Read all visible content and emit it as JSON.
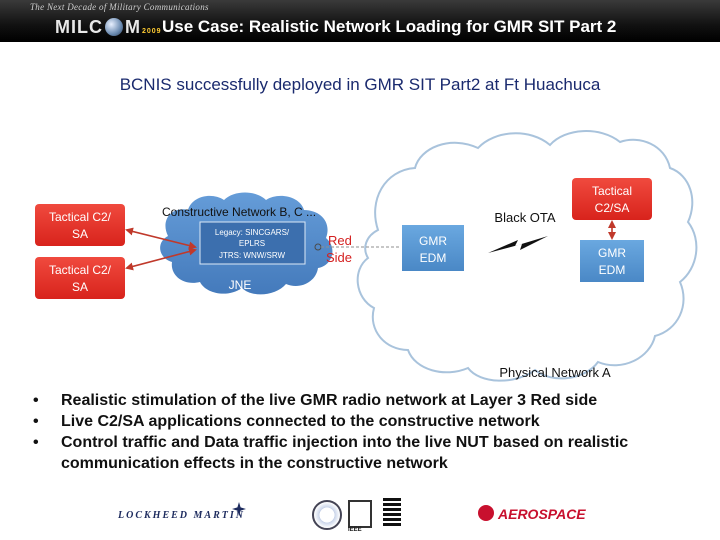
{
  "banner": {
    "tagline": "The Next Decade of Military Communications",
    "logo_left": "MILC",
    "logo_right": "M",
    "logo_year": "2009",
    "title": "Use Case: Realistic Network Loading for  GMR SIT Part 2"
  },
  "subtitle": "BCNIS successfully deployed in GMR SIT Part2 at Ft Huachuca",
  "diagram": {
    "tactical_left_1": [
      "Tactical C2/",
      "SA"
    ],
    "tactical_left_2": [
      "Tactical C2/",
      "SA"
    ],
    "tactical_right": [
      "Tactical",
      "C2/SA"
    ],
    "constructive_network": "Constructive Network  B, C ...",
    "inner_box_lines": [
      "Legacy: SINCGARS/",
      "EPLRS",
      "JTRS: WNW/SRW"
    ],
    "jne": "JNE",
    "red_side": [
      "Red",
      "Side"
    ],
    "gmr_edm_left": [
      "GMR",
      "EDM"
    ],
    "gmr_edm_right": [
      "GMR",
      "EDM"
    ],
    "black_ota": "Black OTA",
    "physical_network": "Physical Network A"
  },
  "bullets": [
    "Realistic stimulation of the live GMR radio network at Layer 3 Red side",
    "Live C2/SA applications connected to the constructive network",
    "Control traffic and Data traffic injection into the live NUT based on realistic communication effects in the constructive network"
  ],
  "logos": {
    "lockheed": "LOCKHEED MARTIN",
    "ieee": "IEEE",
    "aerospace": "AEROSPACE"
  },
  "colors": {
    "banner": "#000000",
    "subtitle": "#1a2a6e",
    "tactical_red": "#e8312b",
    "network_blue": "#4a86c8",
    "edm_blue": "#5b9bd5",
    "red_side_text": "#d42020"
  }
}
